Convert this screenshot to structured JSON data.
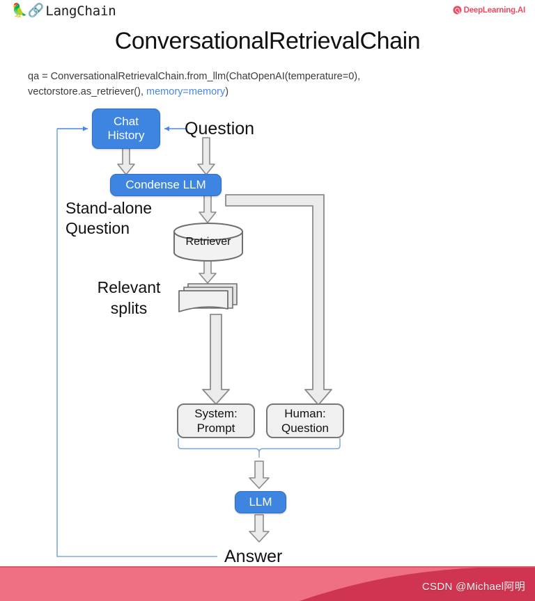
{
  "header": {
    "langchain_emoji": "🦜🔗",
    "langchain_label": "LangChain",
    "deeplearning_label": "DeepLearning.AI",
    "deeplearning_color": "#ec4a60"
  },
  "title": "ConversationalRetrievalChain",
  "code": {
    "line1_plain": "qa = ConversationalRetrievalChain.from_llm(ChatOpenAI(temperature=0),",
    "line2_plain_a": "vectorstore.as_retriever(), ",
    "line2_highlight": "memory=memory",
    "line2_plain_b": ")",
    "highlight_color": "#4a86e8"
  },
  "diagram": {
    "accent_blue": "#3d85e0",
    "wire_blue": "#7aa9dd",
    "arrow_gray": "#808080",
    "arrow_fill": "#ebebeb",
    "nodes": {
      "chat_history": "Chat\nHistory",
      "chat_history_line1": "Chat",
      "chat_history_line2": "History",
      "question": "Question",
      "condense_llm": "Condense LLM",
      "standalone_line1": "Stand-alone",
      "standalone_line2": "Question",
      "retriever": "Retriever",
      "relevant_line1": "Relevant",
      "relevant_line2": "splits",
      "system_prompt_line1": "System:",
      "system_prompt_line2": "Prompt",
      "human_question_line1": "Human:",
      "human_question_line2": "Question",
      "llm": "LLM",
      "answer": "Answer"
    }
  },
  "watermark": {
    "text": "CSDN @Michael阿明",
    "band_light": "#ef7080",
    "band_dark": "#cf3550"
  }
}
